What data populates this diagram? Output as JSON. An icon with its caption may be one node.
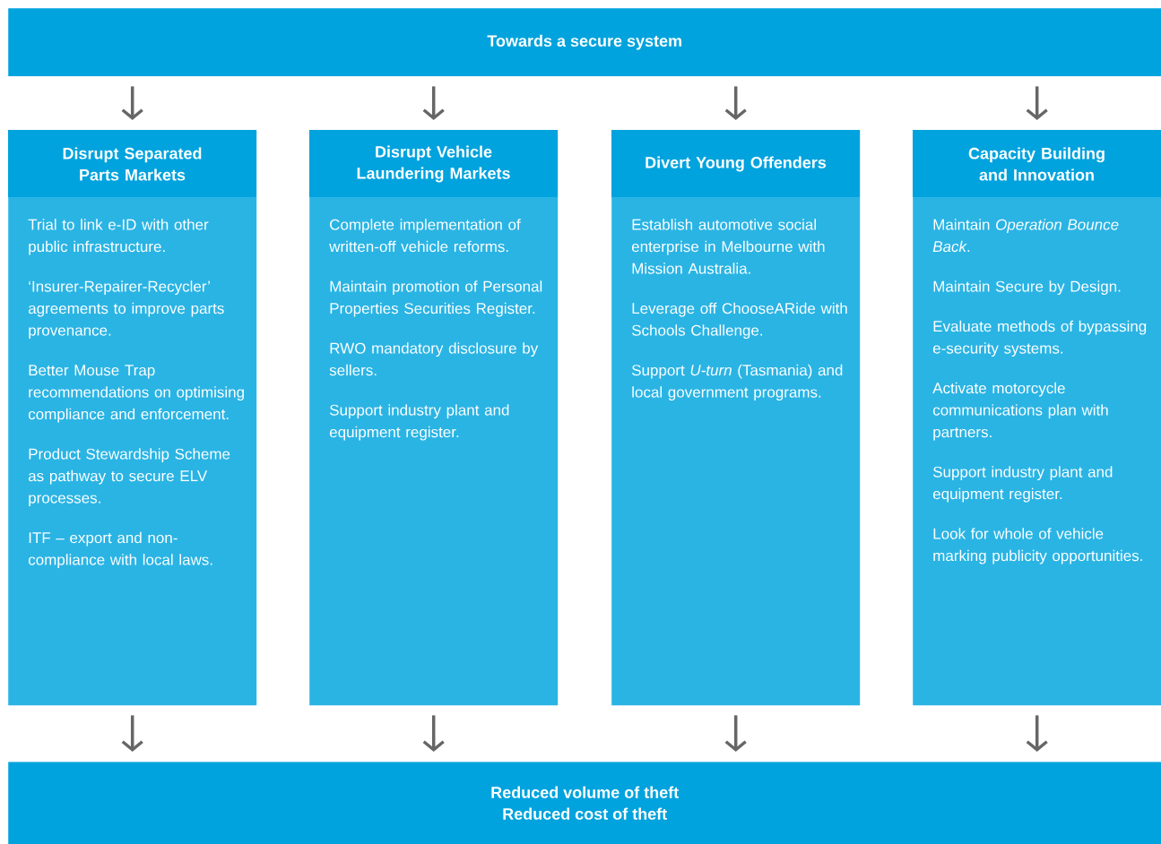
{
  "diagram": {
    "nodes": [
      {
        "text": [
          "Towards a secure system"
        ]
      },
      {
        "text": [
          "Disrupt Separated Parts Markets",
          "Trial to link e-ID with other public infrastructure.",
          "‘Insurer-Repairer-Recycler’ agreements to improve parts provenance.",
          "Better Mouse Trap recommendations on optimising compliance and enforcement.",
          "Product Stewardship Scheme as pathway to secure ELV processes.",
          "ITF – export and non-compliance with local laws."
        ]
      },
      {
        "text": [
          "Disrupt Vehicle Laundering Markets",
          "Complete implementation of written-off vehicle reforms.",
          "Maintain promotion of Personal Properties Securities Register.",
          "RWO mandatory disclosure by sellers.",
          "Support industry plant and equipment register."
        ]
      },
      {
        "text": [
          "Divert Young Offenders",
          "Establish automotive social enterprise in Melbourne with Mission Australia.",
          "Leverage off ChooseARide with Schools Challenge.",
          "Support *U-turn* (Tasmania) and local government programs."
        ]
      },
      {
        "text": [
          "Capacity Building and Innovation",
          "Maintain *Operation Bounce Back*.",
          "Maintain Secure by Design.",
          "Evaluate methods of bypassing e-security systems.",
          "Activate motorcycle communications plan with partners.",
          "Support industry plant and equipment register.",
          "Look for whole of vehicle marking publicity opportunities."
        ]
      },
      {
        "text": [
          "Reduced volume of theft",
          "Reduced cost of theft"
        ]
      }
    ],
    "edges": [
      {
        "from": 0,
        "to": 1,
        "arrow": "to"
      },
      {
        "from": 0,
        "to": 2,
        "arrow": "to"
      },
      {
        "from": 0,
        "to": 3,
        "arrow": "to"
      },
      {
        "from": 0,
        "to": 4,
        "arrow": "to"
      },
      {
        "from": 1,
        "to": 5,
        "arrow": "to"
      },
      {
        "from": 2,
        "to": 5,
        "arrow": "to"
      },
      {
        "from": 3,
        "to": 5,
        "arrow": "to"
      },
      {
        "from": 4,
        "to": 5,
        "arrow": "to"
      }
    ]
  }
}
